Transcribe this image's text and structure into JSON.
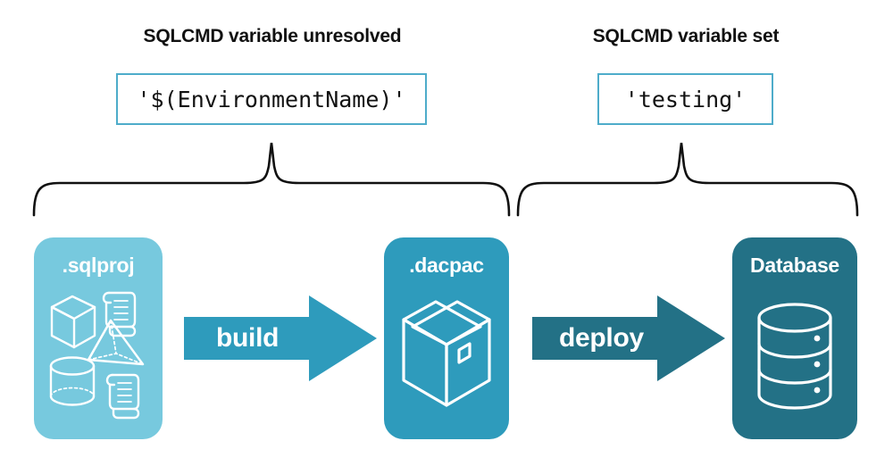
{
  "diagram": {
    "type": "pipeline-flow",
    "background_color": "#FFFFFF",
    "annotations": [
      {
        "id": "left",
        "title": "SQLCMD variable unresolved",
        "value": "'$(EnvironmentName)'",
        "brace_spans": [
          "sqlproj",
          "build",
          "dacpac"
        ]
      },
      {
        "id": "right",
        "title": "SQLCMD variable set",
        "value": "'testing'",
        "brace_spans": [
          "dacpac",
          "deploy",
          "database"
        ]
      }
    ],
    "nodes": [
      {
        "id": "sqlproj",
        "label": ".sqlproj",
        "fill": "#77C9DE",
        "icons": [
          "cube-icon",
          "scroll-icon",
          "pyramid-icon",
          "cylinder-icon",
          "scroll-icon"
        ]
      },
      {
        "id": "dacpac",
        "label": ".dacpac",
        "fill": "#2E9BBC",
        "icons": [
          "package-box-icon"
        ]
      },
      {
        "id": "database",
        "label": "Database",
        "fill": "#237186",
        "icons": [
          "database-cylinder-icon"
        ]
      }
    ],
    "arrows": [
      {
        "id": "build",
        "label": "build",
        "from": "sqlproj",
        "to": "dacpac",
        "fill": "#2E9BBC"
      },
      {
        "id": "deploy",
        "label": "deploy",
        "from": "dacpac",
        "to": "database",
        "fill": "#237186"
      }
    ],
    "colors": {
      "light_blue": "#77C9DE",
      "medium_teal": "#2E9BBC",
      "dark_teal": "#237186",
      "box_border": "#4EACCA",
      "text_dark": "#111111",
      "brace_stroke": "#111111"
    }
  }
}
